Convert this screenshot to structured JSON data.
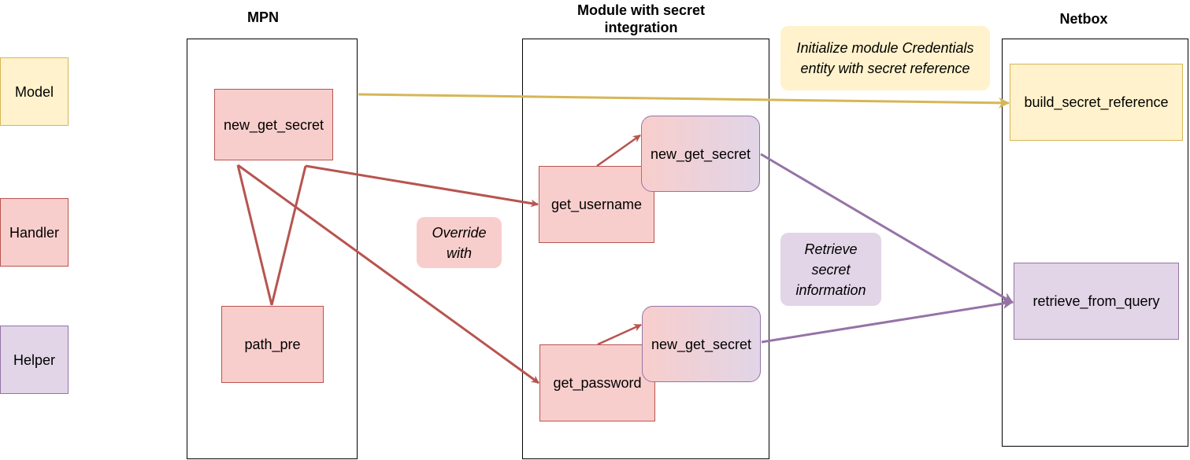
{
  "legend": {
    "model": "Model",
    "handler": "Handler",
    "helper": "Helper"
  },
  "columns": {
    "mpn": "MPN",
    "module": "Module with secret integration",
    "netbox": "Netbox"
  },
  "nodes": {
    "mpn_new_get_secret": "new_get_secret",
    "path_pre": "path_pre",
    "get_username": "get_username",
    "get_password": "get_password",
    "mod_new_get_secret_top": "new_get_secret",
    "mod_new_get_secret_bottom": "new_get_secret",
    "build_secret_reference": "build_secret_reference",
    "retrieve_from_query": "retrieve_from_query"
  },
  "notes": {
    "initialize": "Initialize module Credentials entity with secret reference",
    "override": "Override with",
    "retrieve": "Retrieve secret information"
  },
  "colors": {
    "model_fill": "#fff2cc",
    "model_stroke": "#d6b656",
    "handler_fill": "#f8cecc",
    "handler_stroke": "#b85450",
    "helper_fill": "#e1d5e7",
    "helper_stroke": "#9673a6"
  }
}
